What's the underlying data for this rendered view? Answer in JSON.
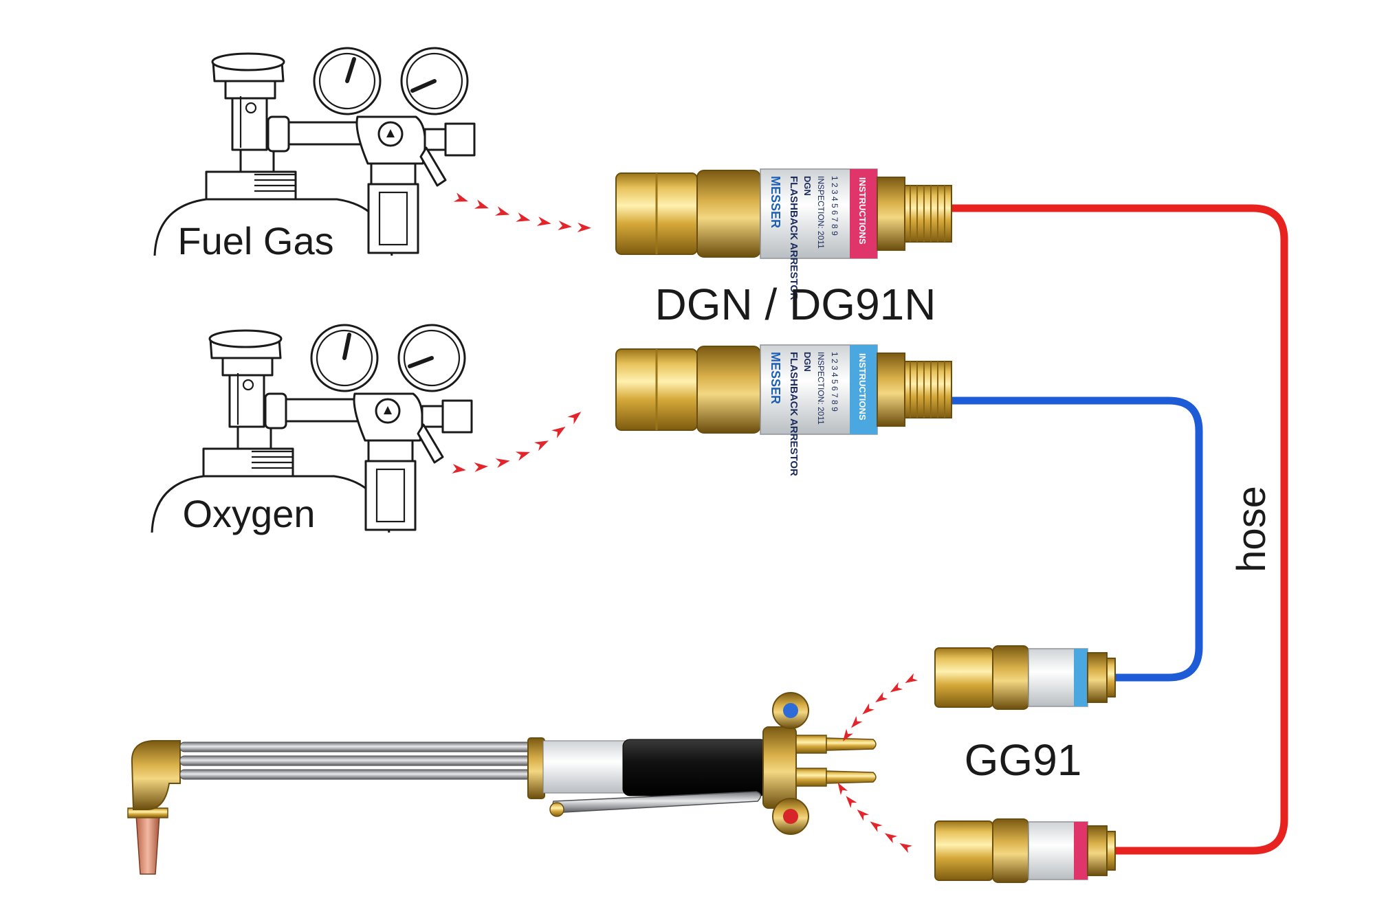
{
  "labels": {
    "fuel_gas": "Fuel Gas",
    "oxygen": "Oxygen",
    "dgn_label": "DGN / DG91N",
    "gg91_label": "GG91",
    "hose_label": "hose"
  },
  "arrestor_label": {
    "brand": "MESSER",
    "title": "FLASHBACK ARRESTOR",
    "model": "DGN",
    "inspection": "INSPECTION: 2011",
    "months": "1 2 3 4 5 6 7 8 9",
    "instructions": "INSTRUCTIONS"
  },
  "colors": {
    "fuel_hose": "#e8231f",
    "oxygen_hose": "#1e5bd6",
    "fuel_band": "#e0356a",
    "oxygen_band": "#4aa7e0",
    "brass": "#d4a838",
    "arrow": "#e3242b"
  },
  "icons": {
    "cylinder": "gas-cylinder-with-regulator",
    "arrow": "red-chevron-arrow",
    "torch": "cutting-torch"
  }
}
